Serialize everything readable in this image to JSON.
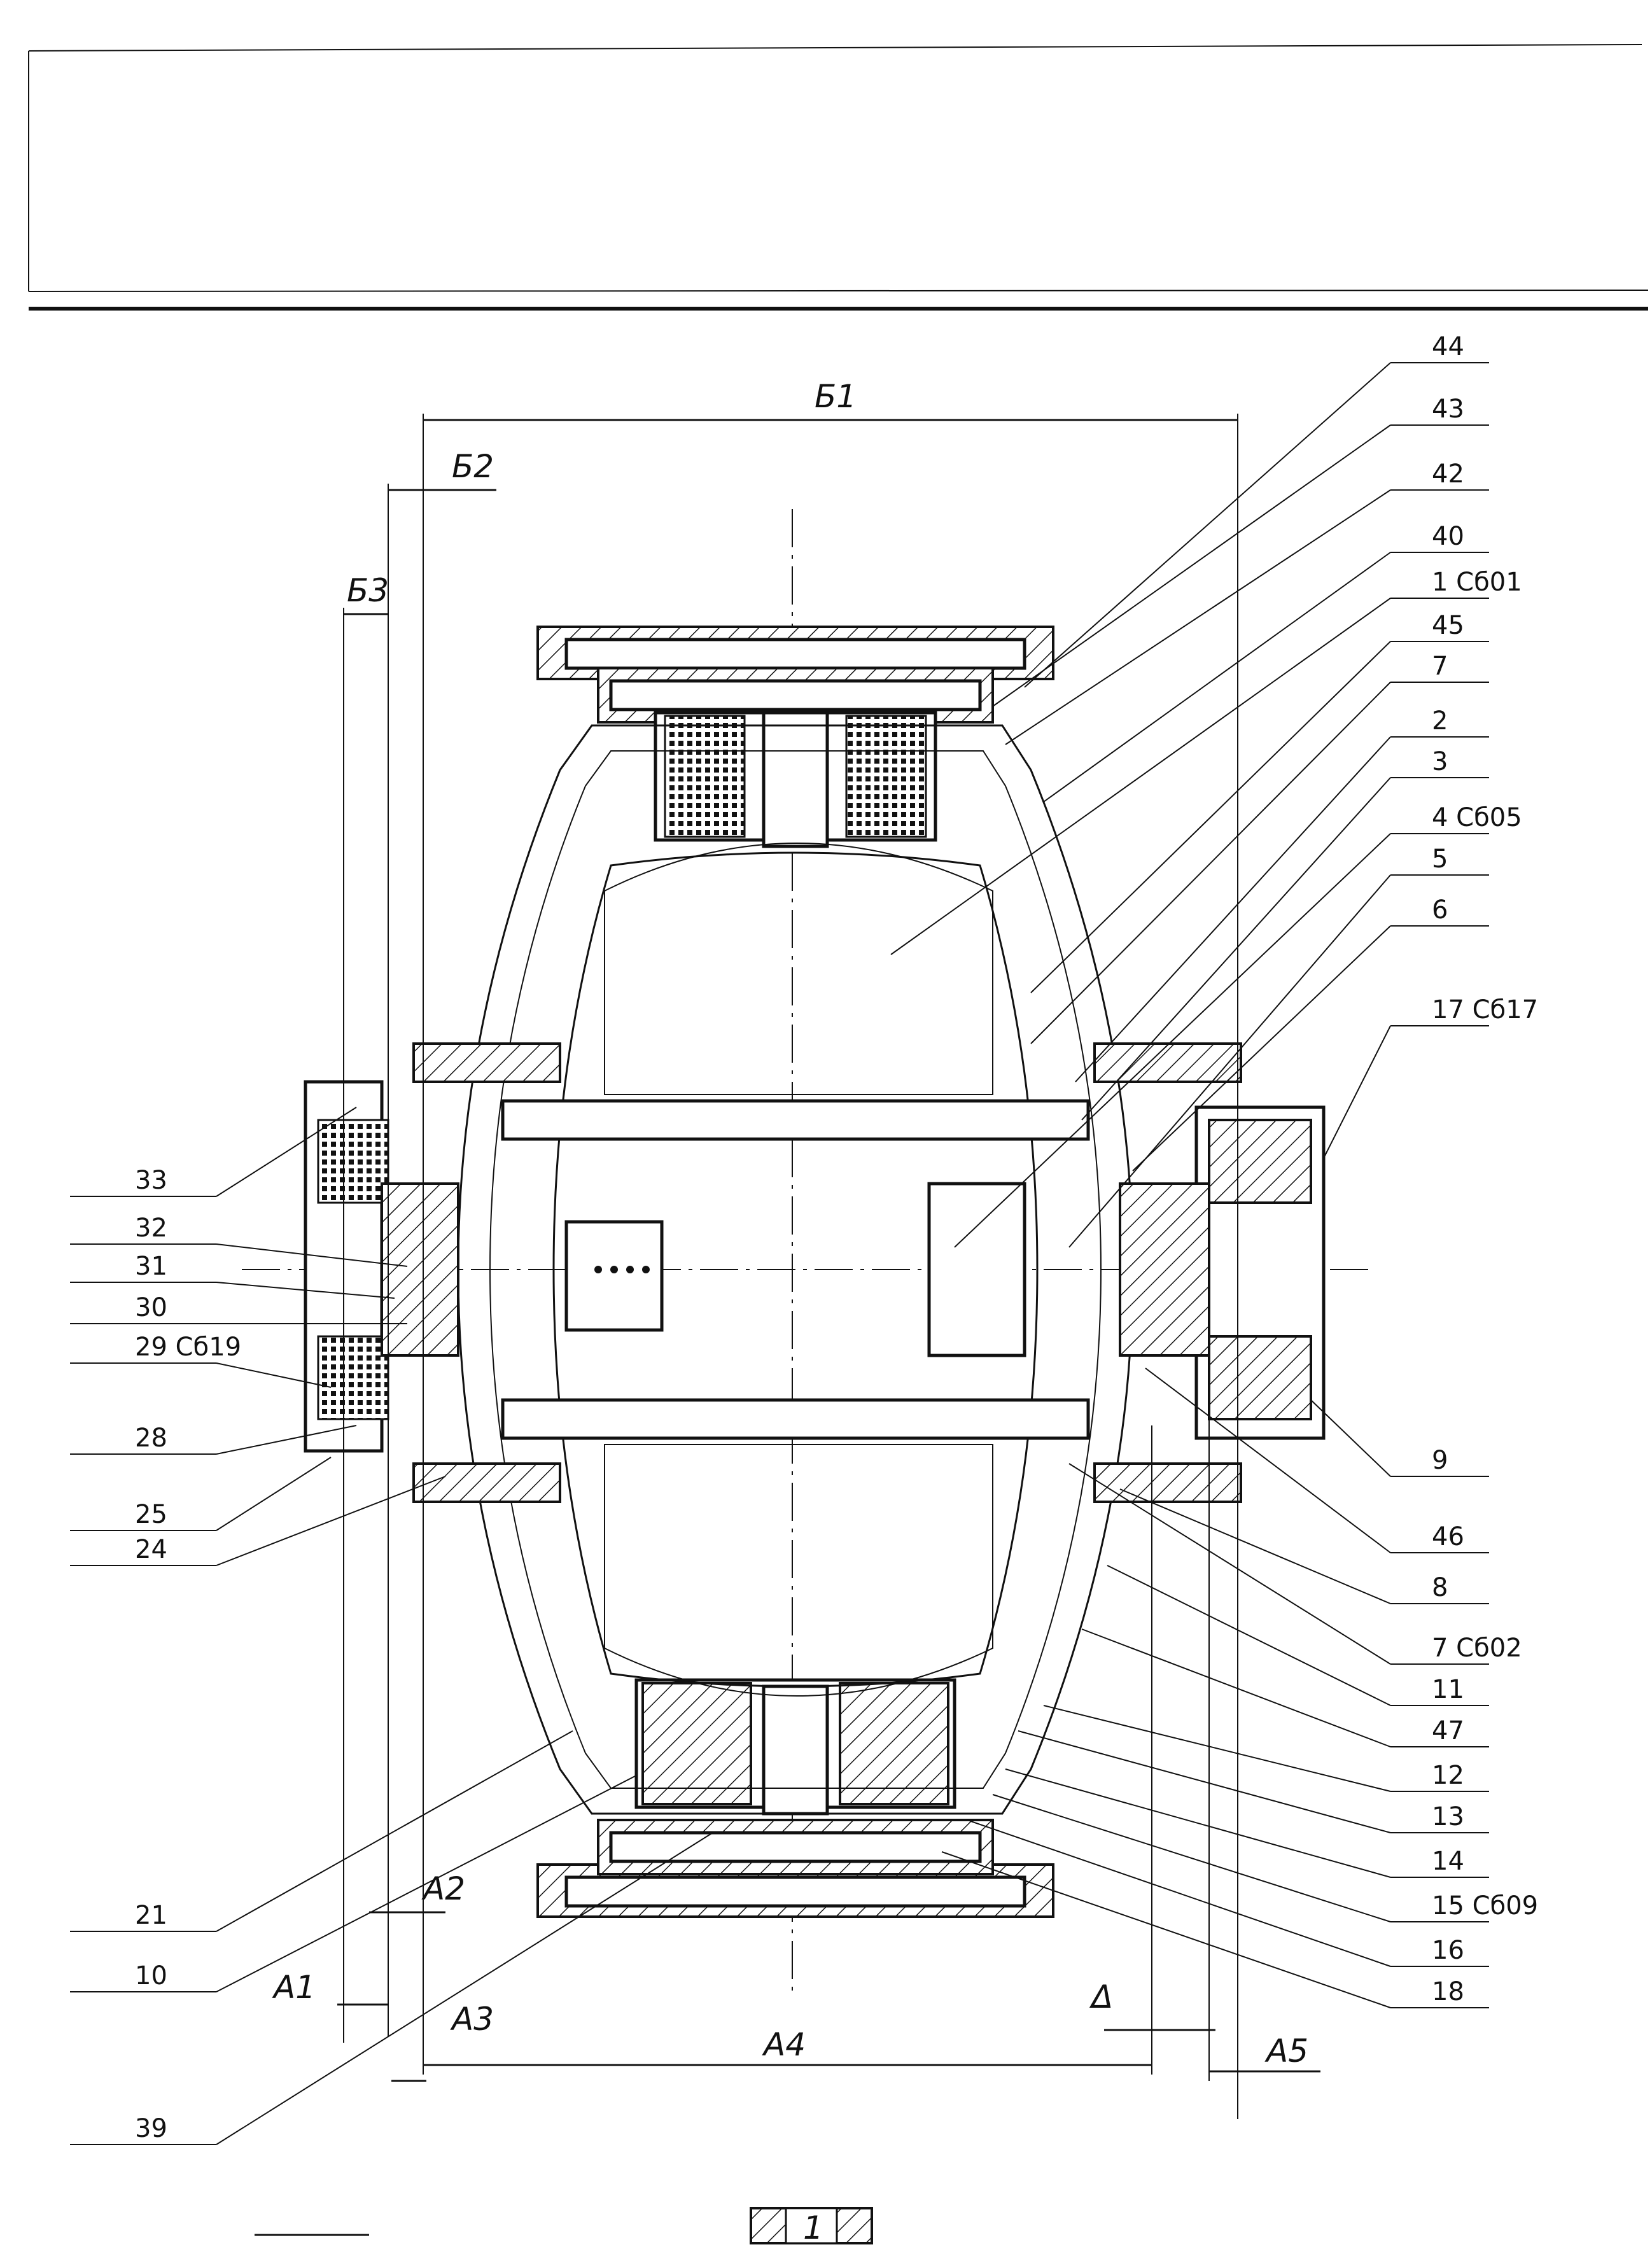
{
  "drawing": {
    "leaders_right": [
      "44",
      "43",
      "42",
      "40",
      "1 Сб01",
      "45",
      "7",
      "2",
      "3",
      "4 Сб05",
      "5",
      "6",
      "17 Сб17",
      "9",
      "46",
      "8",
      "7 Сб02",
      "11",
      "47",
      "12",
      "13",
      "14",
      "15 Сб09",
      "16",
      "18"
    ],
    "leaders_left": [
      "33",
      "32",
      "31",
      "30",
      "29 Сб19",
      "28",
      "25",
      "24",
      "21",
      "10",
      "39"
    ],
    "dimensions": {
      "b1": "Б1",
      "b2": "Б2",
      "b3": "Б3",
      "a1": "А1",
      "a2": "А2",
      "a3": "А3",
      "a4": "А4",
      "a5": "А5",
      "delta": "Δ"
    },
    "sheet_marker": "1"
  }
}
